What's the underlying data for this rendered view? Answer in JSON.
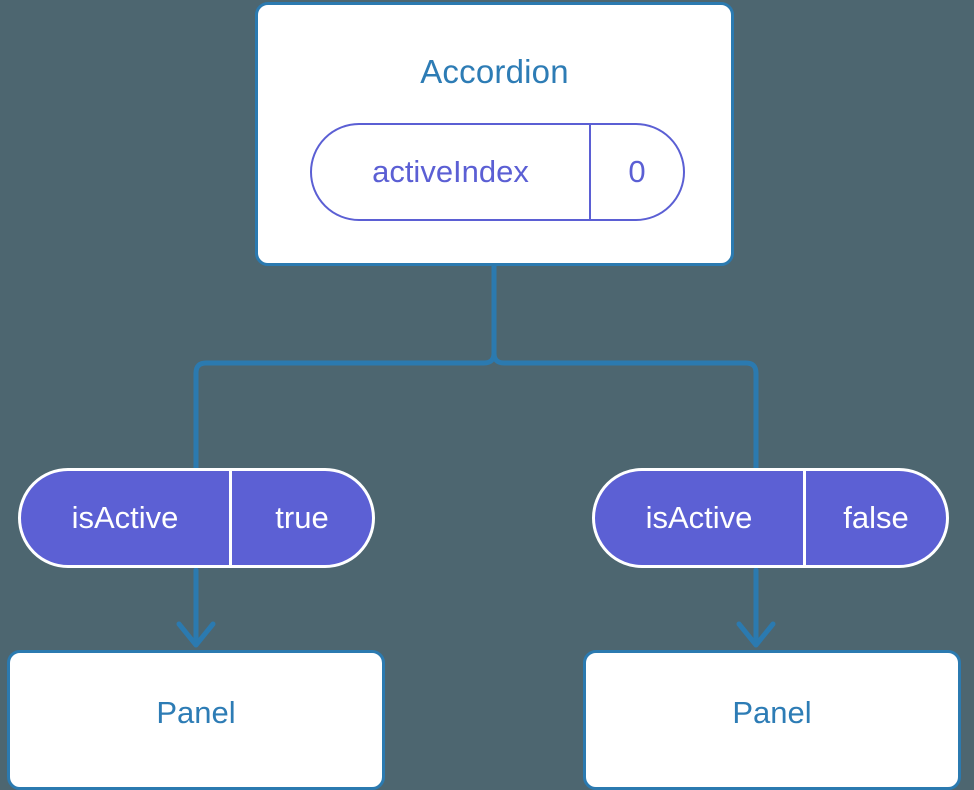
{
  "diagram": {
    "type": "component-state-tree",
    "background_color": "#4d6670",
    "accent_blue": "#2b7ab0",
    "title_blue": "#2d7cb5",
    "prop_purple": "#5b5fd4",
    "pill_fill": "#5c60d4",
    "pill_text": "#ffffff"
  },
  "root": {
    "title": "Accordion",
    "prop": {
      "key": "activeIndex",
      "value": "0"
    }
  },
  "branches": [
    {
      "pill": {
        "key": "isActive",
        "value": "true"
      },
      "child": {
        "title": "Panel"
      }
    },
    {
      "pill": {
        "key": "isActive",
        "value": "false"
      },
      "child": {
        "title": "Panel"
      }
    }
  ]
}
